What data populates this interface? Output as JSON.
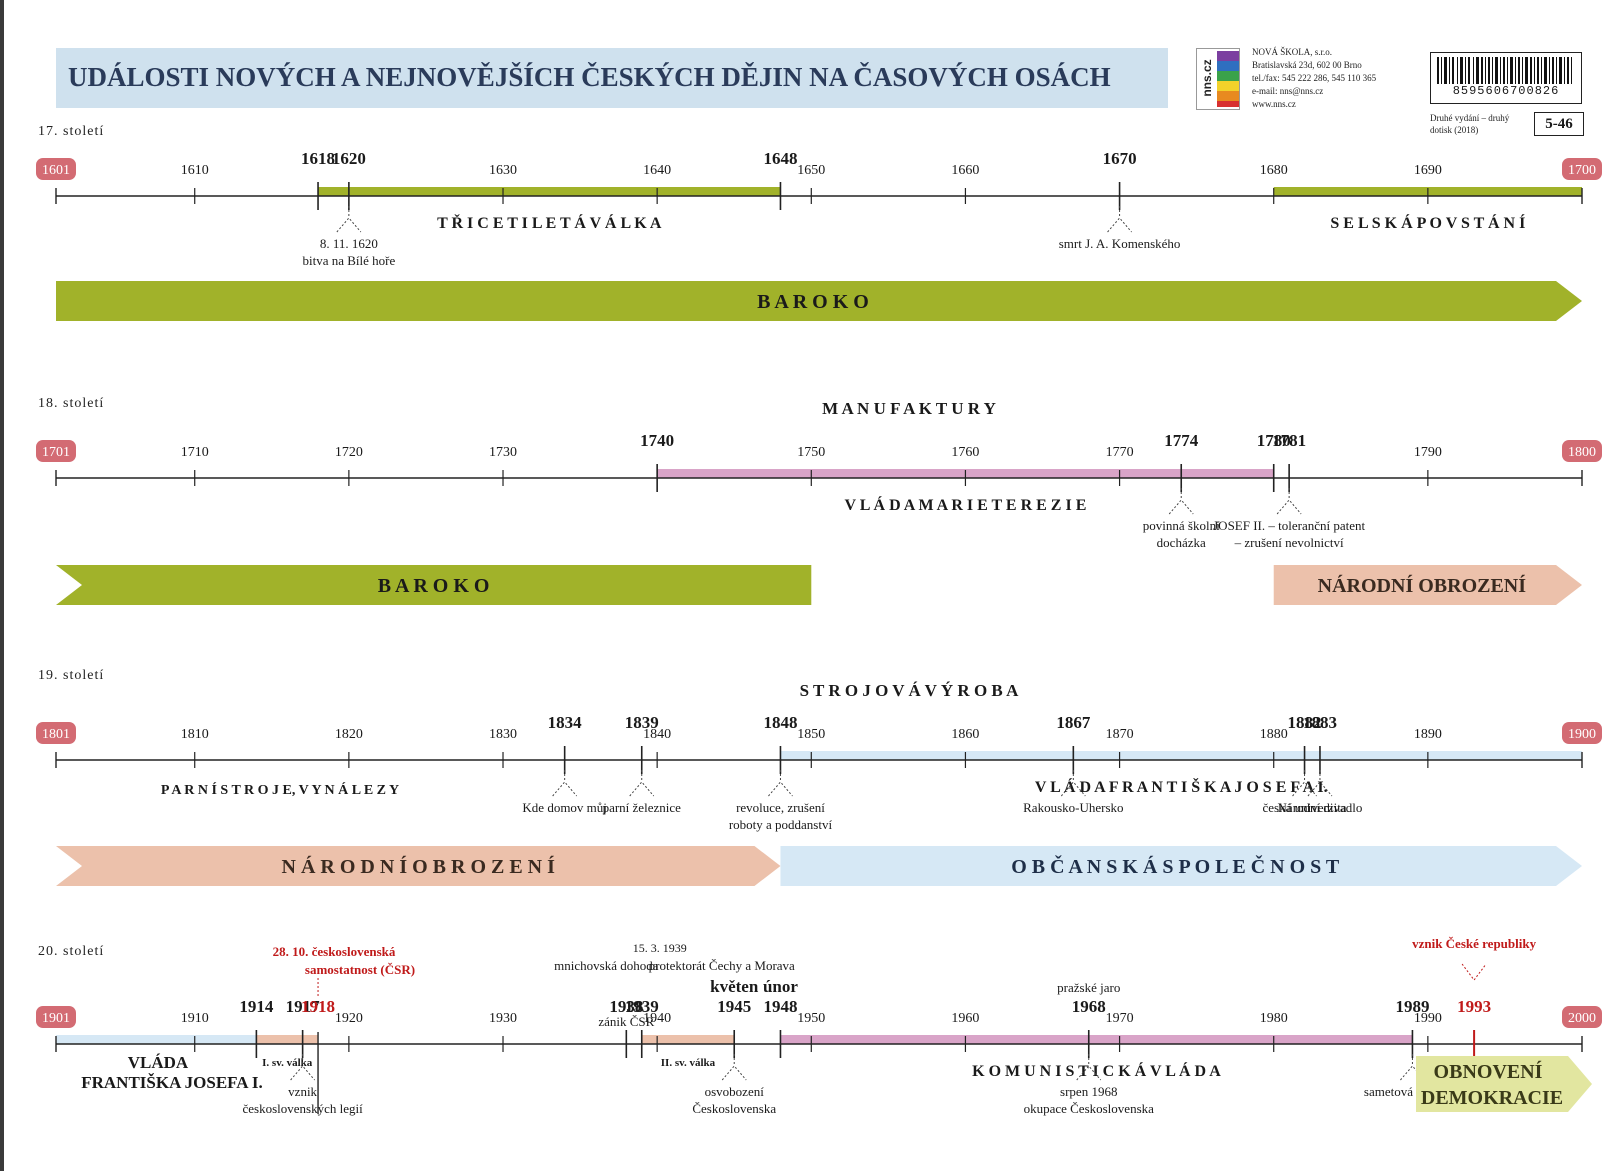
{
  "title": "UDÁLOSTI NOVÝCH A NEJNOVĚJŠÍCH ČESKÝCH DĚJIN NA ČASOVÝCH OSÁCH",
  "publisher": {
    "logo_text": "nns.cz",
    "name": "NOVÁ ŠKOLA, s.r.o.",
    "address": "Bratislavská 23d, 602 00  Brno",
    "phone": "tel./fax: 545 222 286, 545 110 365",
    "email": "e-mail: nns@nns.cz",
    "web": "www.nns.cz",
    "barcode": "8595606700826",
    "edition": "Druhé vydání – druhý dotisk (2018)",
    "code": "5-46"
  },
  "colors": {
    "olive": "#a1b22a",
    "pink": "#d9a4c8",
    "peach": "#ecc1ab",
    "light_blue": "#d6e8f5",
    "pale_yellow": "#e2e6a0",
    "red_badge": "#d36b73",
    "red_text": "#c01a1a"
  },
  "rows": [
    {
      "century_label": "17. století",
      "start": 1601,
      "end": 1700,
      "start_label": "1601",
      "end_label": "1700",
      "ticks": [
        "1610",
        "1630",
        "1640",
        "1650",
        "1660",
        "1680",
        "1690"
      ],
      "bold_years": [
        "1618",
        "1620",
        "1648",
        "1670"
      ],
      "spans": [
        {
          "from": 1618,
          "to": 1648,
          "color": "olive",
          "label": "T Ř I C E T I L E T Á   V Á L K A"
        },
        {
          "from": 1680,
          "to": 1700,
          "color": "olive",
          "label": "S E L S K Á   P O V S T Á N Í"
        }
      ],
      "events": [
        {
          "year": 1620,
          "lines": [
            "8. 11. 1620",
            "bitva na Bílé hoře"
          ]
        },
        {
          "year": 1670,
          "lines": [
            "smrt J. A. Komenského"
          ]
        }
      ],
      "above_label": "",
      "bands": [
        {
          "from": 1601,
          "to": 1700,
          "color": "olive",
          "label": "B   A   R   O   K   O",
          "arrow_in": false
        }
      ]
    },
    {
      "century_label": "18. století",
      "start": 1701,
      "end": 1800,
      "start_label": "1701",
      "end_label": "1800",
      "ticks": [
        "1710",
        "1720",
        "1730",
        "1750",
        "1760",
        "1770",
        "1790"
      ],
      "bold_years": [
        "1740",
        "1774",
        "1780",
        "1781"
      ],
      "spans": [
        {
          "from": 1740,
          "to": 1780,
          "color": "pink",
          "label": "V L Á D A   M A R I E   T E R E Z I E"
        }
      ],
      "events": [
        {
          "year": 1774,
          "lines": [
            "povinná školní",
            "docházka"
          ]
        },
        {
          "year": 1781,
          "lines": [
            "JOSEF II. – toleranční patent",
            "– zrušení nevolnictví"
          ]
        }
      ],
      "above_label": "M   A   N   U   F   A   K   T   U   R   Y",
      "bands": [
        {
          "from": 1701,
          "to": 1750,
          "color": "olive",
          "label": "B   A   R   O   K   O",
          "arrow_in": true
        },
        {
          "from": 1780,
          "to": 1800,
          "color": "peach",
          "label": "NÁRODNÍ OBROZENÍ",
          "arrow_in": false
        }
      ]
    },
    {
      "century_label": "19. století",
      "start": 1801,
      "end": 1900,
      "start_label": "1801",
      "end_label": "1900",
      "ticks": [
        "1810",
        "1820",
        "1830",
        "1840",
        "1850",
        "1860",
        "1870",
        "1880",
        "1890"
      ],
      "bold_years": [
        "1834",
        "1839",
        "1848",
        "1867",
        "1882",
        "1883"
      ],
      "spans": [
        {
          "from": 1848,
          "to": 1900,
          "color": "light_blue",
          "label": "V L Á D A   F R A N T I Š K A   J O S E F A   I."
        }
      ],
      "events": [
        {
          "year": 1834,
          "lines": [
            "Kde domov můj"
          ]
        },
        {
          "year": 1839,
          "lines": [
            "parní železnice"
          ]
        },
        {
          "year": 1848,
          "lines": [
            "revoluce, zrušení",
            "roboty a poddanství"
          ]
        },
        {
          "year": 1867,
          "lines": [
            "Rakousko-Uhersko"
          ]
        },
        {
          "year": 1882,
          "lines": [
            "česká univerzita"
          ]
        },
        {
          "year": 1883,
          "lines": [
            "Národní divadlo"
          ]
        }
      ],
      "above_label": "S   T   R   O   J   O   V   Á   V   Ý   R   O   B   A",
      "left_label": "P A R N Í   S T R O J E,   V Y N Á L E Z Y",
      "bands": [
        {
          "from": 1801,
          "to": 1848,
          "color": "peach",
          "label": "N Á R O D N Í   O B R O Z E N Í",
          "arrow_in": true
        },
        {
          "from": 1848,
          "to": 1900,
          "color": "light_blue",
          "label": "O B Č A N S K Á   S P O L E Č N O S T",
          "arrow_in": false
        }
      ]
    },
    {
      "century_label": "20. století",
      "start": 1901,
      "end": 2000,
      "start_label": "1901",
      "end_label": "2000",
      "ticks": [
        "1910",
        "1920",
        "1930",
        "1940",
        "1950",
        "1960",
        "1970",
        "1980",
        "1990"
      ],
      "bold_years": [
        "1914",
        "1917",
        "1938",
        "1939",
        "1945",
        "1948",
        "1968",
        "1989"
      ],
      "red_year": "1993",
      "spans": [
        {
          "from": 1901,
          "to": 1916,
          "color": "light_blue",
          "label": ""
        },
        {
          "from": 1914,
          "to": 1918,
          "color": "peach",
          "label": "I. sv. válka"
        },
        {
          "from": 1939,
          "to": 1945,
          "color": "peach",
          "label": "II. sv. válka"
        },
        {
          "from": 1948,
          "to": 1989,
          "color": "pink",
          "label": "K O M U N I S T I C K Á   V L Á D A"
        }
      ],
      "left_block": [
        "VLÁDA",
        "FRANTIŠKA JOSEFA I."
      ],
      "events": [
        {
          "year": 1917,
          "lines": [
            "vznik",
            "československých legií"
          ]
        },
        {
          "year": 1945,
          "lines": [
            "osvobození",
            "Československa"
          ]
        },
        {
          "year": 1968,
          "lines": [
            "srpen 1968",
            "okupace Československa"
          ]
        },
        {
          "year": 1989,
          "lines": [
            "sametová revoluce"
          ]
        }
      ],
      "top_notes": {
        "csr": [
          "28. 10.  československá",
          "samostatnost (ČSR)"
        ],
        "csr_year": "1918",
        "munich": "mnichovská dohoda",
        "protect": [
          "15. 3. 1939",
          "protektorát Čechy a Morava"
        ],
        "zanik": "zánik ČSR",
        "kveten": "květen",
        "unor": "únor",
        "jaro": "pražské jaro",
        "cr": "vznik České republiky"
      },
      "band": {
        "label": [
          "OBNOVENÍ",
          "DEMOKRACIE"
        ],
        "color": "pale_yellow"
      }
    }
  ]
}
